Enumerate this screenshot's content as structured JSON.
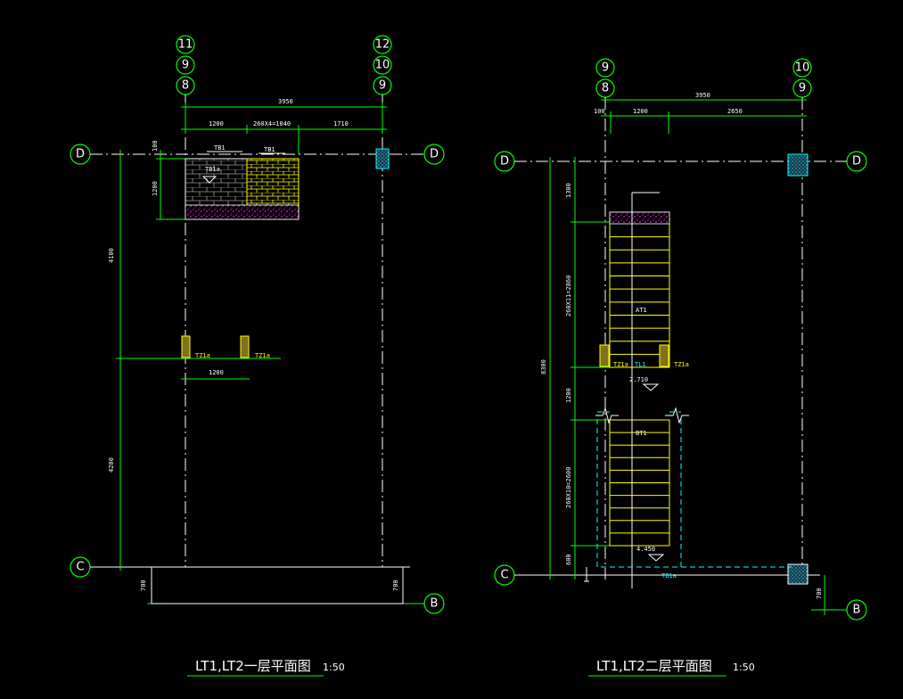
{
  "left_plan": {
    "title": "LT1,LT2一层平面图",
    "scale": "1:50",
    "axes_top": [
      "11",
      "9",
      "8",
      "12",
      "10",
      "9"
    ],
    "axis_left_top": "D",
    "axis_right_top": "D",
    "axis_left_bottom": "C",
    "axis_right_bottom": "B",
    "dims": {
      "overall_width": "3950",
      "seg1": "1200",
      "seg2": "260X4=1040",
      "seg3": "1710",
      "left_upper": "4100",
      "left_lower": "4200",
      "small_top": "100",
      "block_height": "1200",
      "col_spacing": "1200",
      "bottom_left": "700",
      "bottom_right": "700"
    },
    "labels": {
      "col1": "TZ1a",
      "col2": "TZ1a",
      "tag1": "TB1",
      "tag2": "TB1a",
      "tag3": "TB1"
    }
  },
  "right_plan": {
    "title": "LT1,LT2二层平面图",
    "scale": "1:50",
    "axes_top": [
      "9",
      "8",
      "10",
      "9"
    ],
    "axis_left_top": "D",
    "axis_right_top": "D",
    "axis_left_bottom": "C",
    "axis_right_bottom": "B",
    "dims": {
      "overall_width": "3950",
      "small_left": "100",
      "seg1": "1200",
      "seg2": "2650",
      "overall_height": "8300",
      "v1": "1300",
      "v2": "260X11=2860",
      "v3": "1200",
      "v4": "260X10=2600",
      "v5": "600",
      "v_right": "700"
    },
    "labels": {
      "col1": "TZ1a",
      "col2": "TZ1a",
      "flight1": "AT1",
      "flight2": "BT1",
      "landing": "TL1",
      "elev1": "2.710",
      "elev2": "4.450",
      "tag": "TB1a"
    }
  },
  "colors": {
    "axis": "#00ff00",
    "line": "#ffffff",
    "stair": "#ffff00",
    "hidden": "#00ffff",
    "hatch": "#ff00ff"
  }
}
